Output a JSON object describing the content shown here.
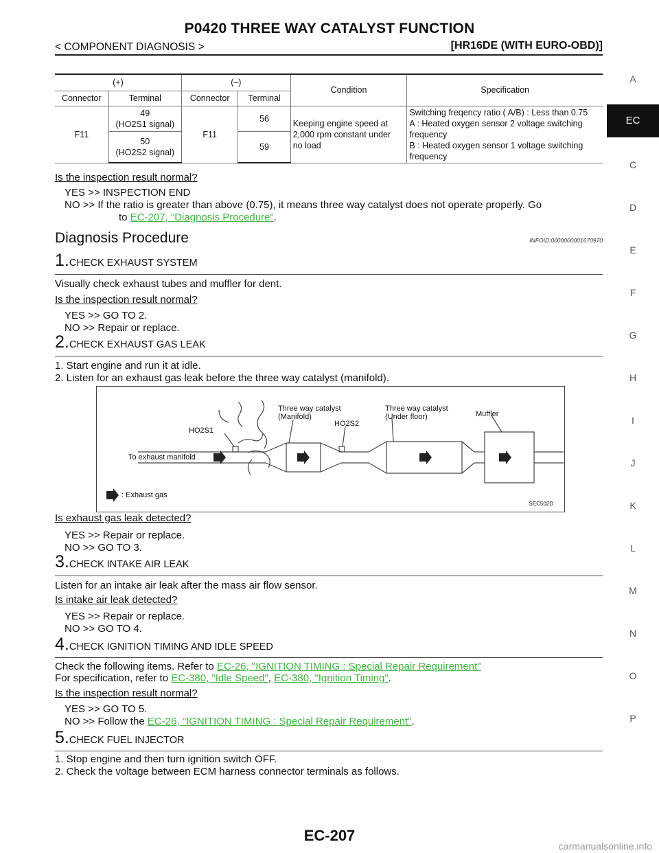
{
  "header": {
    "title": "P0420 THREE WAY CATALYST FUNCTION",
    "section": "< COMPONENT DIAGNOSIS >",
    "model": "[HR16DE (WITH EURO-OBD)]"
  },
  "table": {
    "plus": "(+)",
    "minus": "(–)",
    "condition": "Condition",
    "specification": "Specification",
    "connector": "Connector",
    "terminal": "Terminal",
    "conn_plus": "F11",
    "conn_minus": "F11",
    "t49": "49",
    "t49_sig": "(HO2S1 signal)",
    "t50": "50",
    "t50_sig": "(HO2S2 signal)",
    "t56": "56",
    "t59": "59",
    "cond_1": "Keeping engine speed at",
    "cond_2": "2,000 rpm constant under",
    "cond_3": "no load",
    "spec_1": "Switching freqency ratio ( A/B) : Less than 0.75",
    "spec_2": "A : Heated oxygen sensor 2 voltage switching",
    "spec_3": "frequency",
    "spec_4": "B : Heated oxygen sensor 1 voltage switching",
    "spec_5": "frequency"
  },
  "q_inspection": "Is the inspection result normal?",
  "ans1": {
    "yes": "YES    >> INSPECTION END",
    "no": "NO     >> If the ratio is greater than above (0.75), it means three way catalyst does not operate properly. Go",
    "no_cont": "to",
    "link": "EC-207, \"Diagnosis Procedure\"",
    "tail": "."
  },
  "diag": {
    "heading": "Diagnosis Procedure",
    "infoid": "INFOID:0000000001670970"
  },
  "step1": {
    "num": "1.",
    "cap": "CHECK EXHAUST SYSTEM",
    "body": "Visually check exhaust tubes and muffler for dent.",
    "q": "Is the inspection result normal?",
    "yes": "YES    >> GO TO 2.",
    "no": "NO     >> Repair or replace."
  },
  "step2": {
    "num": "2.",
    "cap": "CHECK EXHAUST GAS LEAK",
    "l1": "1.   Start engine and run it at idle.",
    "l2": "2.   Listen for an exhaust gas leak before the three way catalyst (manifold).",
    "q": "Is exhaust gas leak detected?",
    "yes": "YES    >> Repair or replace.",
    "no": "NO     >> GO TO 3."
  },
  "figure": {
    "tw_manifold_1": "Three way catalyst",
    "tw_manifold_2": "(Manifold)",
    "tw_under_1": "Three way catalyst",
    "tw_under_2": "(Under floor)",
    "muffler": "Muffler",
    "ho2s1": "HO2S1",
    "ho2s2": "HO2S2",
    "to_manifold": "To exhaust manifold",
    "legend": ": Exhaust gas",
    "code": "SEC502D"
  },
  "step3": {
    "num": "3.",
    "cap": "CHECK INTAKE AIR LEAK",
    "body": "Listen for an intake air leak after the mass air flow sensor.",
    "q": "Is intake air leak detected?",
    "yes": "YES    >> Repair or replace.",
    "no": "NO     >> GO TO 4."
  },
  "step4": {
    "num": "4.",
    "cap": "CHECK IGNITION TIMING AND IDLE SPEED",
    "b1": "Check the following items. Refer to",
    "b1_link": "EC-26, \"IGNITION TIMING : Special Repair Requirement\"",
    "b2": "For specification, refer to",
    "b2_link1": "EC-380, \"Idle Speed\"",
    "b2_sep": ",",
    "b2_link2": "EC-380, \"Ignition Timing\"",
    "b2_tail": ".",
    "q": "Is the inspection result normal?",
    "yes": "YES    >> GO TO 5.",
    "no": "NO     >> Follow the",
    "no_link": "EC-26, \"IGNITION TIMING : Special Repair Requirement\"",
    "no_tail": "."
  },
  "step5": {
    "num": "5.",
    "cap": "CHECK FUEL INJECTOR",
    "l1": "1.   Stop engine and then turn ignition switch OFF.",
    "l2": "2.   Check the voltage between ECM harness connector terminals as follows."
  },
  "side_index": [
    "A",
    "EC",
    "C",
    "D",
    "E",
    "F",
    "G",
    "H",
    "I",
    "J",
    "K",
    "L",
    "M",
    "N",
    "O",
    "P"
  ],
  "side_active": "EC",
  "footer": {
    "page": "EC-207",
    "watermark": "carmanualsonline.info"
  }
}
